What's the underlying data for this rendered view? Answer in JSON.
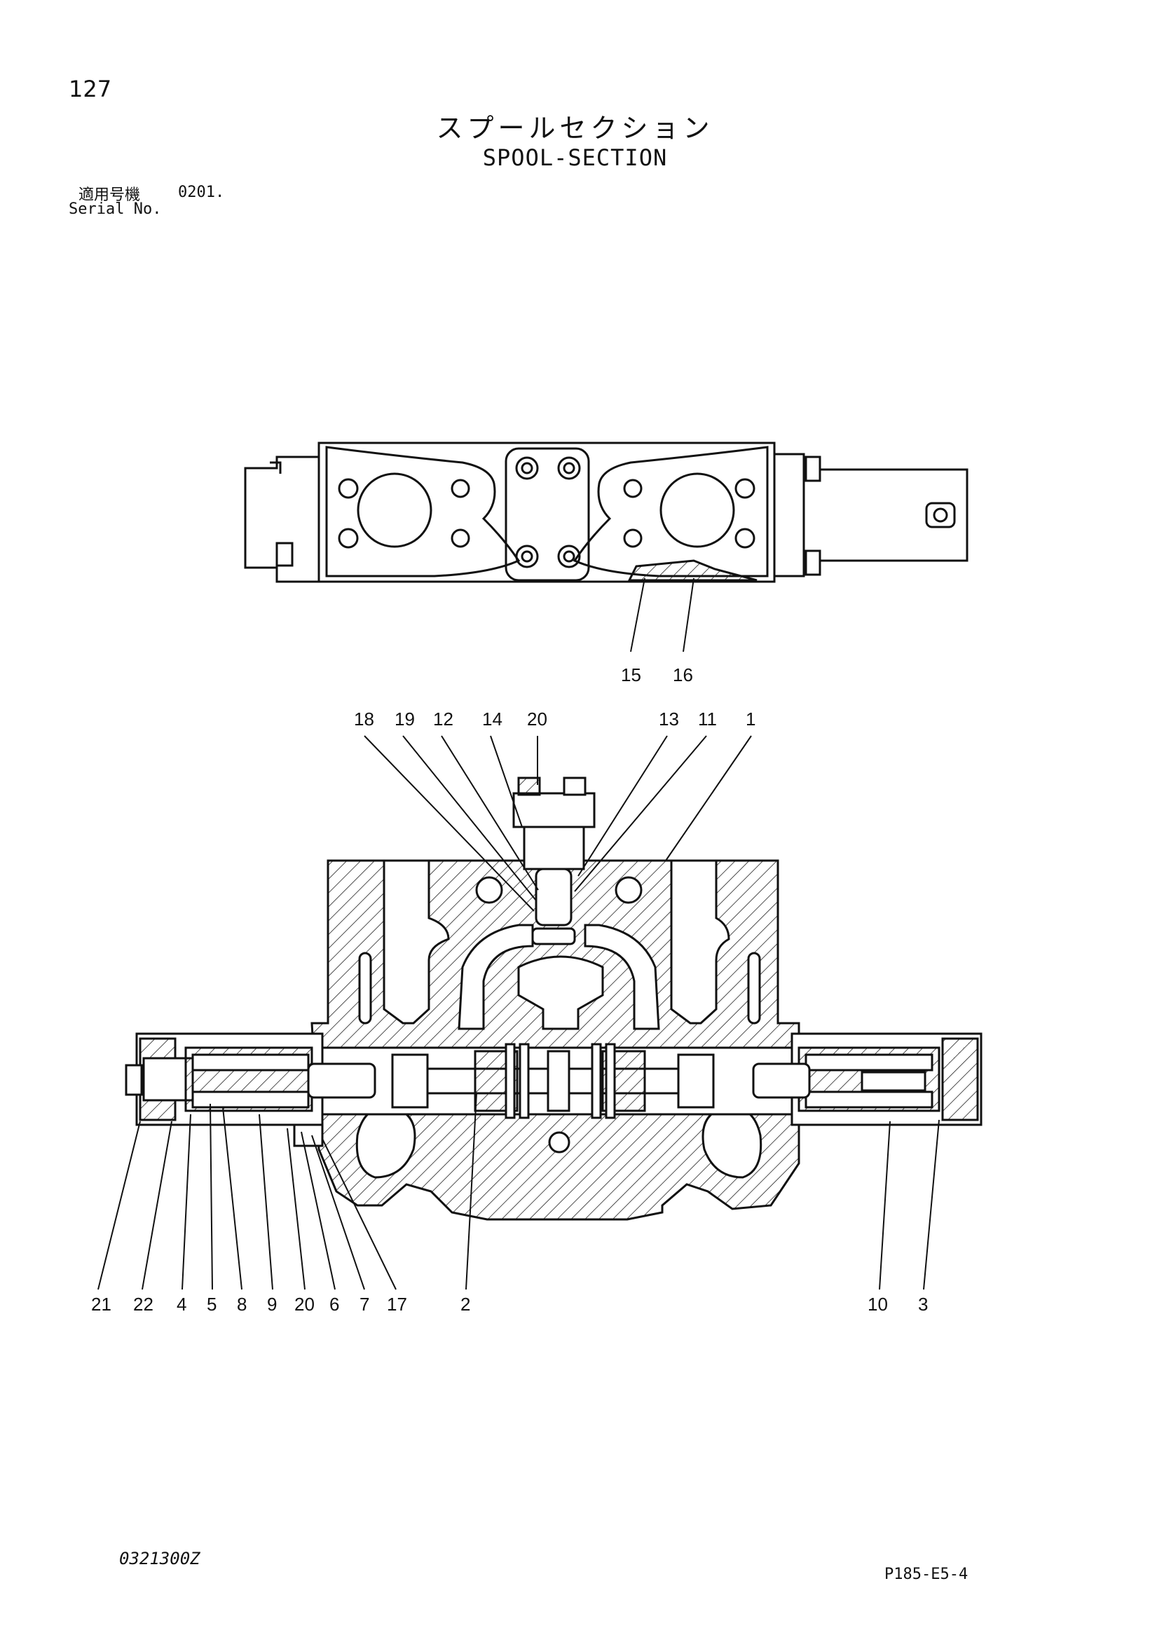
{
  "header": {
    "page_number": "127",
    "title_jp": "スプールセクション",
    "title_en": "SPOOL-SECTION",
    "serial_label_jp": "適用号機",
    "serial_value": "0201.",
    "serial_label_en": "Serial No."
  },
  "top_view_callouts": [
    "15",
    "16"
  ],
  "section_callouts_top": [
    "18",
    "19",
    "12",
    "14",
    "20",
    "13",
    "11",
    "1"
  ],
  "section_callouts_bottom": [
    "21",
    "22",
    "4",
    "5",
    "8",
    "9",
    "20",
    "6",
    "7",
    "17",
    "2",
    "10",
    "3"
  ],
  "footer": {
    "drawing_code": "0321300Z",
    "page_code": "P185-E5-4"
  }
}
